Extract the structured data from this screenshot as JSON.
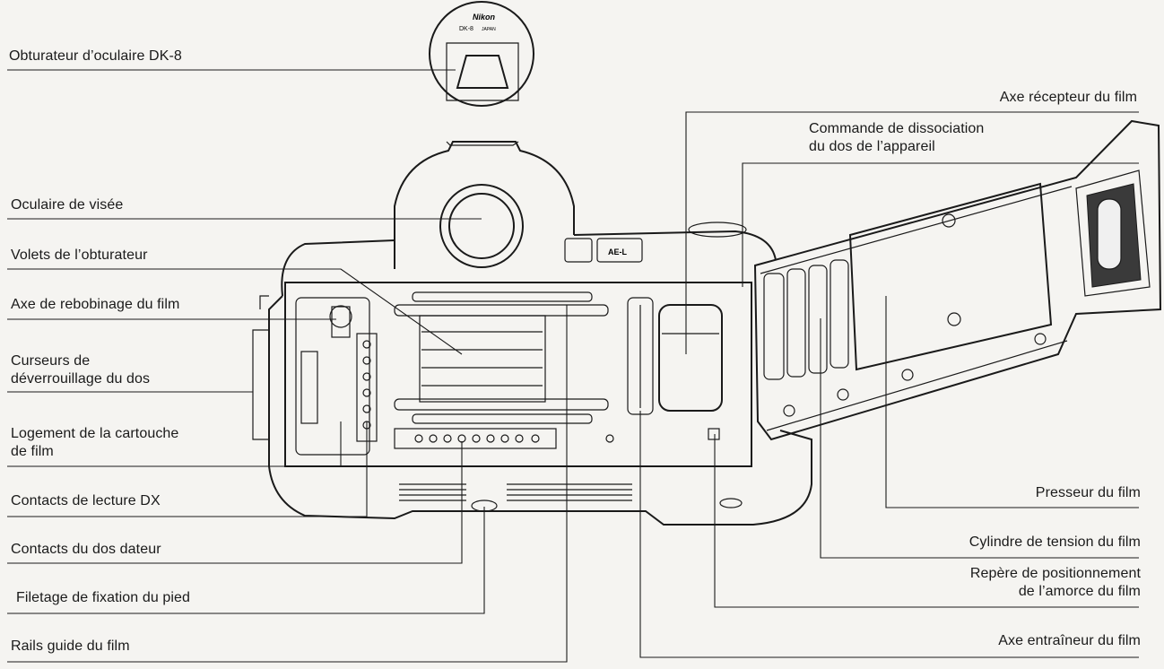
{
  "eyepiece_cap": {
    "brand": "Nikon",
    "model": "DK-8",
    "origin": "JAPAN"
  },
  "camera_badge": "AE-L",
  "labels": {
    "left": [
      "Obturateur d’oculaire DK-8",
      "Oculaire de visée",
      "Volets de l’obturateur",
      "Axe de rebobinage du film",
      "Curseurs de\ndéverrouillage du dos",
      "Logement de la cartouche\nde film",
      "Contacts de lecture DX",
      "Contacts du dos dateur",
      "Filetage de fixation du pied",
      "Rails guide du film"
    ],
    "right": [
      "Axe récepteur du film",
      "Commande de dissociation\ndu dos de l’appareil",
      "Presseur du film",
      "Cylindre de tension du film",
      "Repère de positionnement\nde l’amorce du film",
      "Axe entraîneur du film"
    ]
  }
}
